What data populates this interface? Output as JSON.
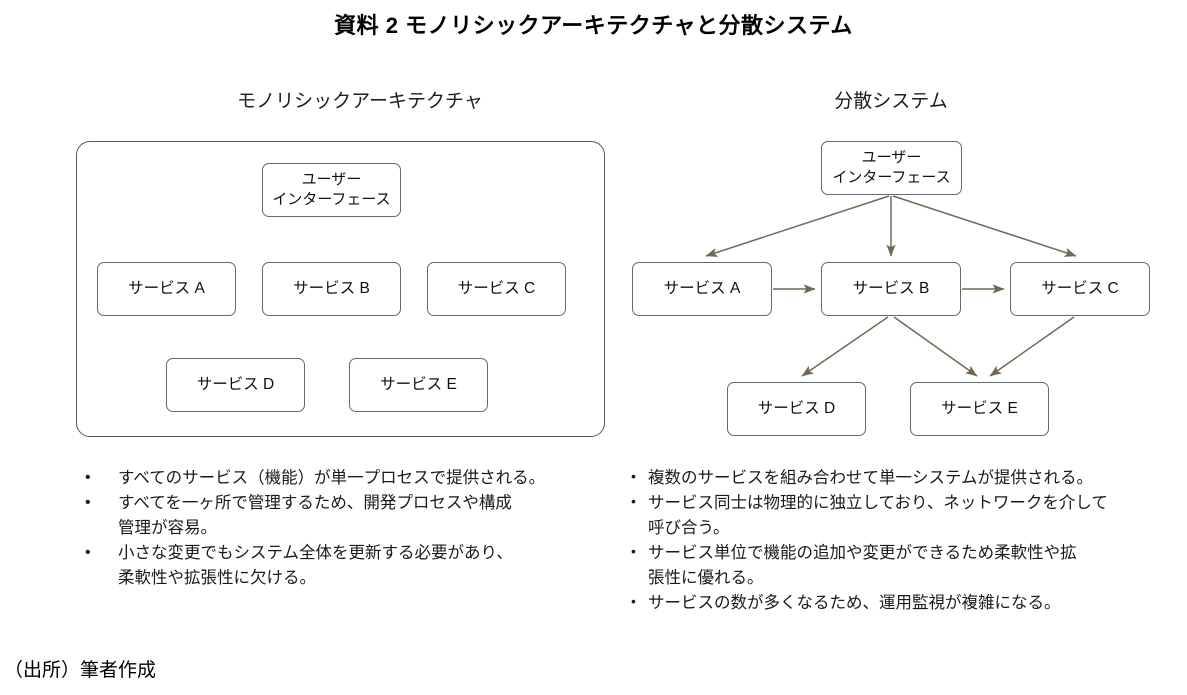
{
  "title": "資料 2  モノリシックアーキテクチャと分散システム",
  "columns": {
    "monolith": {
      "heading": "モノリシックアーキテクチャ"
    },
    "distributed": {
      "heading": "分散システム"
    }
  },
  "nodes": {
    "ui_line1": "ユーザー",
    "ui_line2": "インターフェース",
    "service_a": "サービス A",
    "service_b": "サービス B",
    "service_c": "サービス C",
    "service_d": "サービス D",
    "service_e": "サービス E"
  },
  "monolith_bullets": [
    "すべてのサービス（機能）が単一プロセスで提供される。",
    "すべてを一ヶ所で管理するため、開発プロセスや構成\n管理が容易。",
    "小さな変更でもシステム全体を更新する必要があり、\n柔軟性や拡張性に欠ける。"
  ],
  "distributed_bullets": [
    "複数のサービスを組み合わせて単一システムが提供される。",
    "サービス同士は物理的に独立しており、ネットワークを介して\n呼び合う。",
    "サービス単位で機能の追加や変更ができるため柔軟性や拡\n張性に優れる。",
    "サービスの数が多くなるため、運用監視が複雑になる。"
  ],
  "bullet_marker": "•",
  "source_note": "（出所）筆者作成",
  "colors": {
    "box_border": "#5b6b7c",
    "container_border": "#4e5a68",
    "arrow": "#6e6a55",
    "text": "#1a1a1a",
    "background": "#ffffff"
  },
  "edges": [
    {
      "from": "ui",
      "to": "service_a"
    },
    {
      "from": "ui",
      "to": "service_b"
    },
    {
      "from": "ui",
      "to": "service_c"
    },
    {
      "from": "service_a",
      "to": "service_b"
    },
    {
      "from": "service_b",
      "to": "service_c"
    },
    {
      "from": "service_b",
      "to": "service_d"
    },
    {
      "from": "service_b",
      "to": "service_e"
    },
    {
      "from": "service_c",
      "to": "service_e"
    }
  ]
}
